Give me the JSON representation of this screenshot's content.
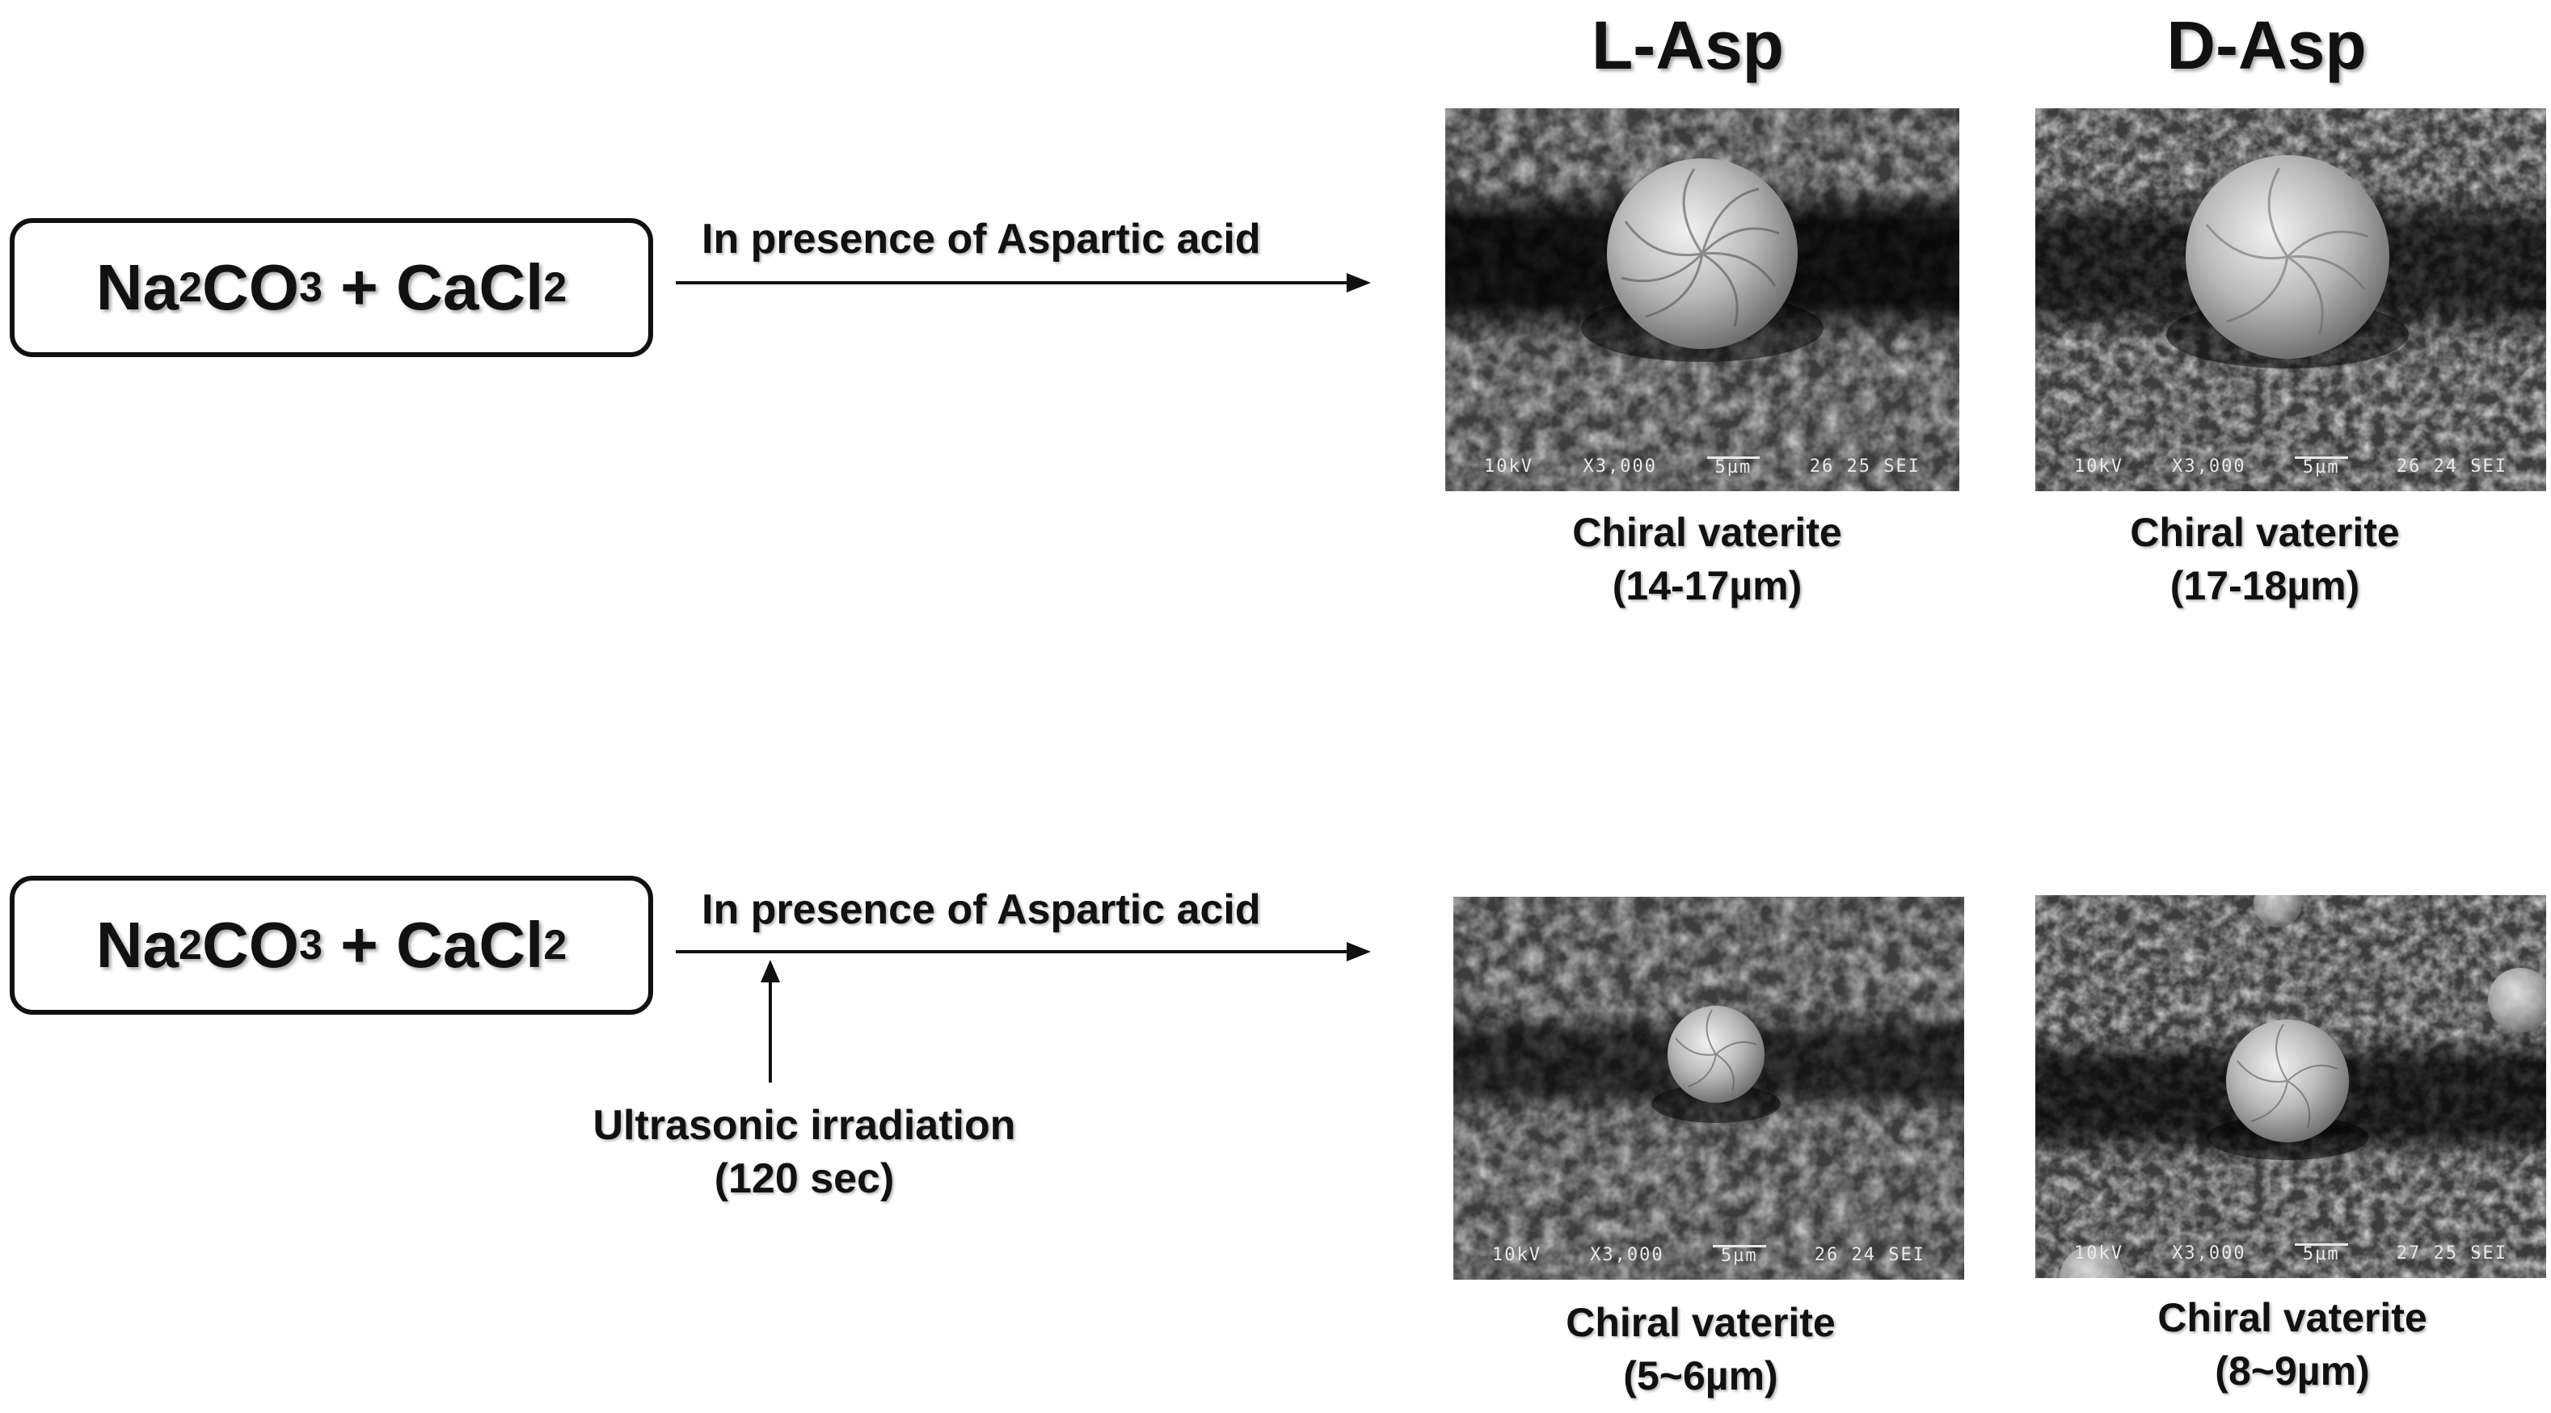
{
  "columns": {
    "left": "L-Asp",
    "right": "D-Asp"
  },
  "rows": [
    {
      "reagent": {
        "a": "Na",
        "a_sub": "2",
        "b": "CO",
        "b_sub": "3",
        "plus": " + ",
        "c": "CaCl",
        "c_sub": "2"
      },
      "arrow_label": "In presence of Aspartic acid",
      "images": [
        {
          "sem_kv": "10kV",
          "sem_mag": "X3,000",
          "sem_scale": "5µm",
          "sem_id": "26 25 SEI",
          "caption_1": "Chiral vaterite",
          "caption_2": "(14-17µm)"
        },
        {
          "sem_kv": "10kV",
          "sem_mag": "X3,000",
          "sem_scale": "5µm",
          "sem_id": "26 24 SEI",
          "caption_1": "Chiral vaterite",
          "caption_2": "(17-18µm)"
        }
      ]
    },
    {
      "reagent": {
        "a": "Na",
        "a_sub": "2",
        "b": "CO",
        "b_sub": "3",
        "plus": " + ",
        "c": "CaCl",
        "c_sub": "2"
      },
      "arrow_label": "In presence of Aspartic acid",
      "condition_1": "Ultrasonic irradiation",
      "condition_2": "(120 sec)",
      "images": [
        {
          "sem_kv": "10kV",
          "sem_mag": "X3,000",
          "sem_scale": "5µm",
          "sem_id": "26 24 SEI",
          "caption_1": "Chiral vaterite",
          "caption_2": "(5~6µm)"
        },
        {
          "sem_kv": "10kV",
          "sem_mag": "X3,000",
          "sem_scale": "5µm",
          "sem_id": "27 25 SEI",
          "caption_1": "Chiral vaterite",
          "caption_2": "(8~9µm)"
        }
      ]
    }
  ]
}
